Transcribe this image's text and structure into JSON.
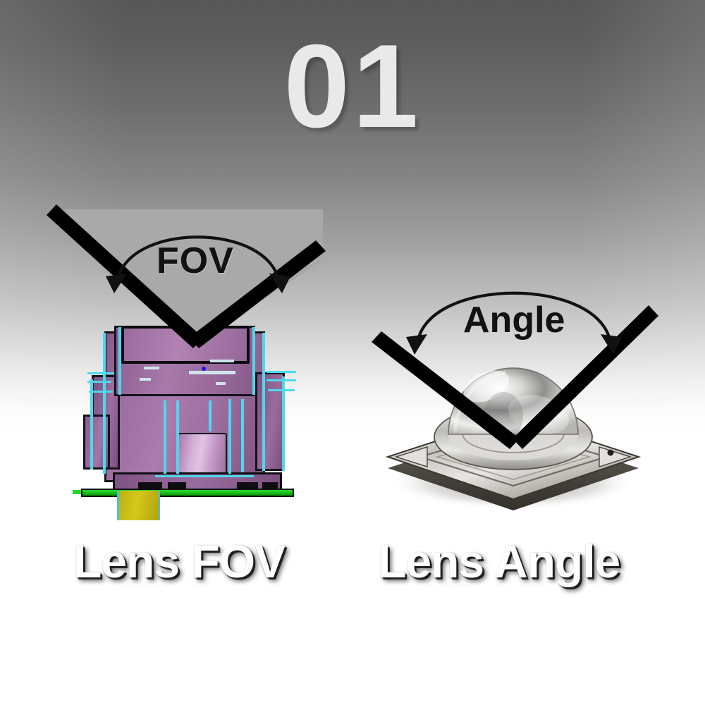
{
  "page": {
    "step_number": "01",
    "background_gradient_top": "#575757",
    "background_gradient_bottom": "#ffffff",
    "step_number_color": "#e9e9e9"
  },
  "panels": [
    {
      "id": "lens-fov",
      "caption": "Lens FOV",
      "angle_label": "FOV",
      "cone_fill": "#a9a9a9",
      "line_color": "#000000",
      "product": "camera-module",
      "product_colors": {
        "body": "#9d6fa0",
        "edge_highlight": "#4fd8ec",
        "pcb": "#17b817",
        "connector": "#d6c81a",
        "outline": "#121016"
      }
    },
    {
      "id": "lens-angle",
      "caption": "Lens Angle",
      "angle_label": "Angle",
      "cone_fill": "none",
      "line_color": "#000000",
      "product": "smd-led",
      "product_colors": {
        "dome": "#c9c9c9",
        "substrate": "#d5d2ca",
        "outline": "#2b2520"
      }
    }
  ],
  "captions": {
    "left": "Lens FOV",
    "right": "Lens Angle",
    "color": "#ffffff"
  },
  "annotations": {
    "fov_label": "FOV",
    "angle_label": "Angle"
  }
}
